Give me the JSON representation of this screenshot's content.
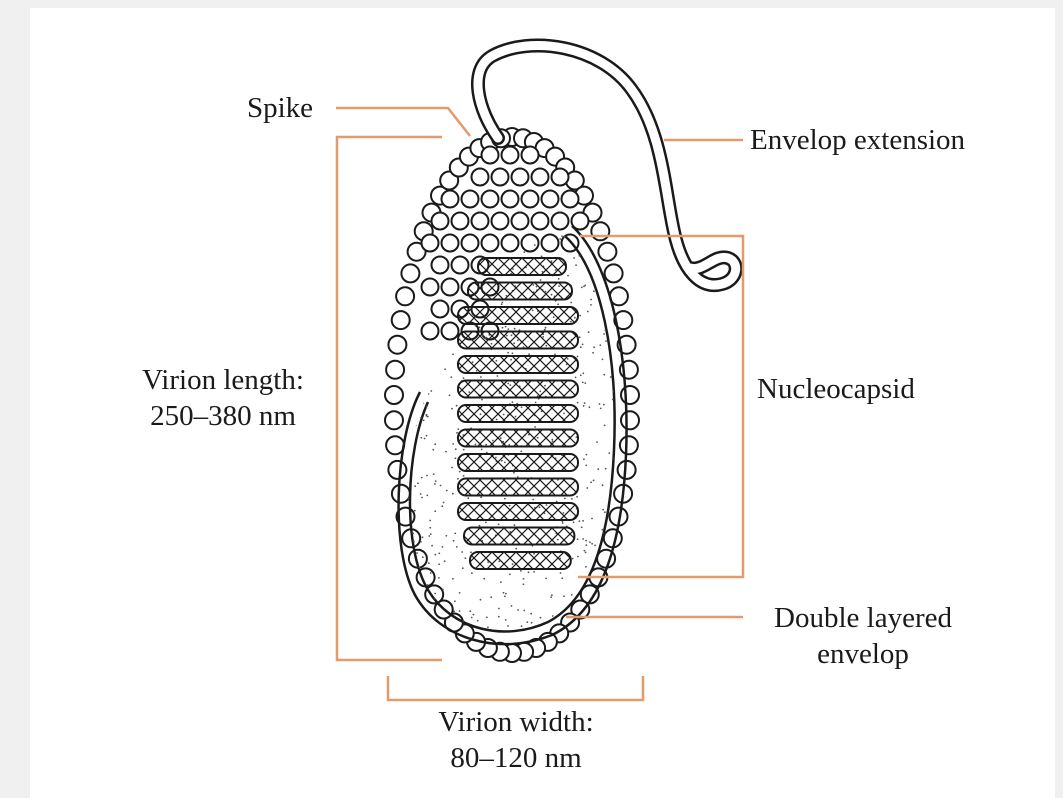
{
  "labels": {
    "spike": "Spike",
    "envelop_extension": "Envelop extension",
    "nucleocapsid": "Nucleocapsid",
    "virion_length_line1": "Virion length:",
    "virion_length_line2": "250–380 nm",
    "double_layered_line1": "Double layered",
    "double_layered_line2": "envelop",
    "virion_width_line1": "Virion width:",
    "virion_width_line2": "80–120 nm"
  },
  "colors": {
    "leader": "#e39a6c",
    "ink": "#1a1a1a",
    "stipple": "#555555"
  }
}
